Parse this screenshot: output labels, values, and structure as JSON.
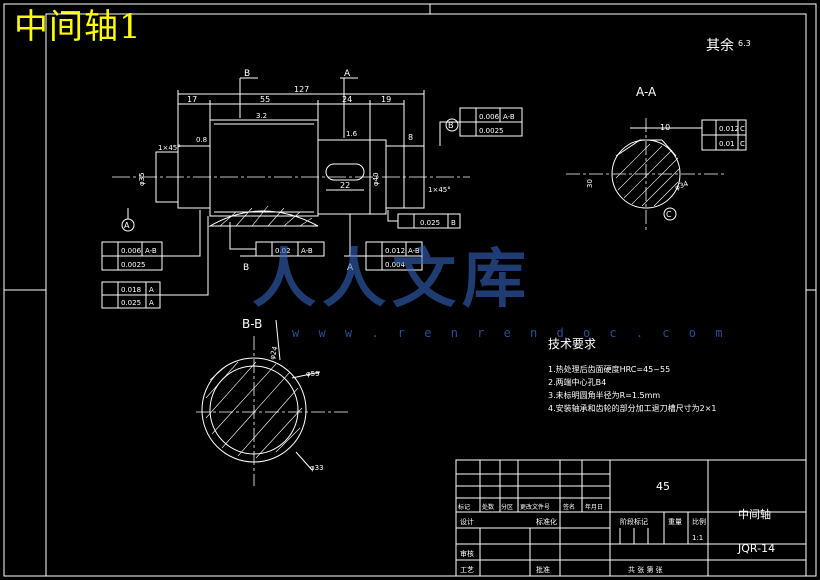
{
  "drawing": {
    "title_overlay": "中间轴1",
    "surface_note": "其余",
    "surface_value": "6.3",
    "label_A": "A",
    "label_B": "B",
    "section_AA": "A-A",
    "section_BB": "B-B"
  },
  "dimensions": {
    "d17": "17",
    "d55": "55",
    "d127": "127",
    "d24": "24",
    "d19": "19",
    "d22": "22",
    "d8": "8",
    "d10": "10",
    "r8": "0.8",
    "r32": "3.2",
    "r16": "1.6",
    "phi35": "φ35",
    "phi40": "φ40",
    "phi24": "φ24",
    "phi30": "30",
    "phi34": "φ34",
    "phi33": "φ33",
    "phi59": "φ59",
    "c1": "1×45°",
    "m20": "φ2"
  },
  "tolerances": {
    "t1_a": "0.006",
    "t1_b": "A-B",
    "t1_c": "0.0025",
    "t2_a": "0.006",
    "t2_b": "A-B",
    "t2_c": "0.0025",
    "t3_a": "0.018",
    "t3_b": "A",
    "t3_c": "0.025",
    "t3_d": "A",
    "t4_a": "0.02",
    "t4_b": "A-B",
    "t5_a": "0.012",
    "t5_b": "A-B",
    "t5_c": "0.004",
    "t6_a": "0.025",
    "t6_b": "B",
    "t7_a": "0.012",
    "t7_b": "C",
    "t7_c": "0.01",
    "t7_d": "C"
  },
  "technical_requirements": {
    "heading": "技术要求",
    "items": [
      "1.热处理后齿面硬度HRC=45~55",
      "2.两端中心孔B4",
      "3.未标明圆角半径为R=1.5mm",
      "4.安装轴承和齿轮的部分加工退刀槽尺寸为2×1"
    ]
  },
  "title_block": {
    "material": "45",
    "part_name": "中间轴",
    "drawing_no": "JQR-14",
    "scale_label": "比例",
    "scale_value": "1:1",
    "row_labels": [
      "标记",
      "处数",
      "分区",
      "更改文件号",
      "签名",
      "年月日"
    ],
    "design": "设计",
    "standardize": "标准化",
    "review": "审核",
    "craft": "工艺",
    "approve": "批准",
    "stage_mark": "阶段标记",
    "weight": "重量",
    "sheets": "共  张 第  张"
  },
  "watermark": {
    "brand": "人人文库",
    "url": "w w w . r e n r e n d o c . c o m"
  }
}
